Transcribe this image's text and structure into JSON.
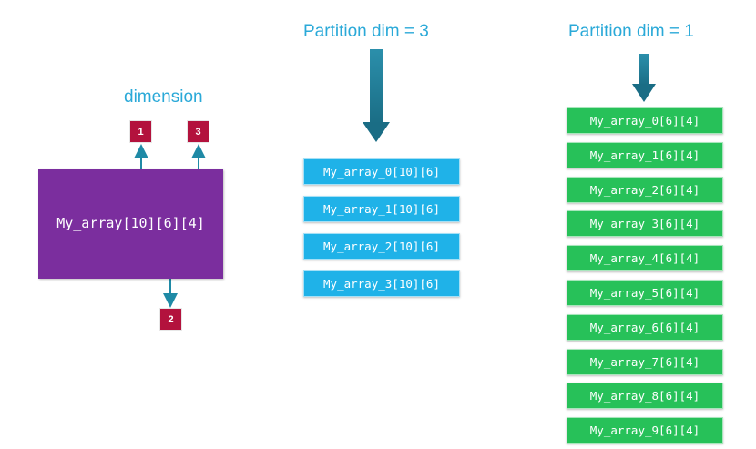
{
  "dimension_label": "dimension",
  "source_array": "My_array[10][6][4]",
  "badges": [
    "1",
    "3",
    "2"
  ],
  "partition_dim3": {
    "title": "Partition dim = 3",
    "cells": [
      "My_array_0[10][6]",
      "My_array_1[10][6]",
      "My_array_2[10][6]",
      "My_array_3[10][6]"
    ]
  },
  "partition_dim1": {
    "title": "Partition dim = 1",
    "cells": [
      "My_array_0[6][4]",
      "My_array_1[6][4]",
      "My_array_2[6][4]",
      "My_array_3[6][4]",
      "My_array_4[6][4]",
      "My_array_5[6][4]",
      "My_array_6[6][4]",
      "My_array_7[6][4]",
      "My_array_8[6][4]",
      "My_array_9[6][4]"
    ]
  },
  "colors": {
    "heading": "#2aa9d8",
    "source_box": "#7b2e9e",
    "badge": "#b3123d",
    "cell_blue": "#1fb2e8",
    "cell_green": "#27c159",
    "arrow_teal": "#1f7f98"
  }
}
